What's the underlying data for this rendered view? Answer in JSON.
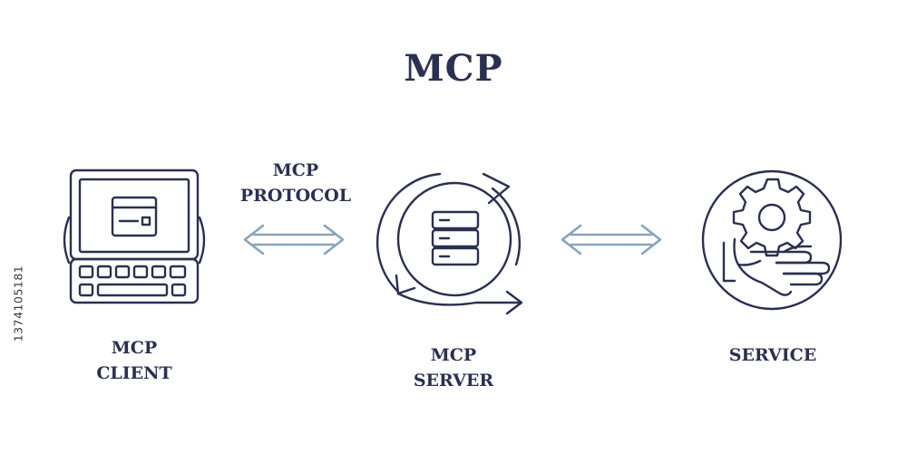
{
  "title": "MCP",
  "protocol_label": [
    "MCP",
    "PROTOCOL"
  ],
  "nodes": {
    "client": {
      "label": [
        "MCP",
        "CLIENT"
      ]
    },
    "server": {
      "label": [
        "MCP",
        "SERVER"
      ]
    },
    "service": {
      "label": [
        "SERVICE"
      ]
    }
  },
  "stock_id": "1374105181",
  "colors": {
    "line": "#2b3050",
    "arrow": "#8aa3bd",
    "background": "#ffffff"
  },
  "icons": [
    "laptop-icon",
    "server-sync-icon",
    "service-gear-hand-icon",
    "double-arrow-icon"
  ]
}
